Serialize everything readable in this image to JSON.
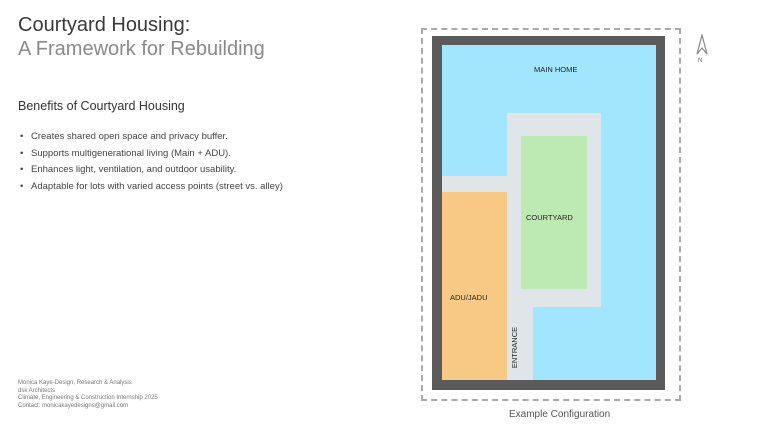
{
  "title_line1": "Courtyard Housing:",
  "title_line2": "A Framework for Rebuilding",
  "subtitle": "Benefits of Courtyard Housing",
  "bullets": [
    "Creates shared open space and privacy buffer.",
    "Supports multigenerational living (Main + ADU).",
    "Enhances light, ventilation, and outdoor usability.",
    "Adaptable for lots with varied access points (street vs. alley)"
  ],
  "credits": [
    "Monica Kaye-Design, Research & Analysis",
    "dsk Architects",
    "Climate, Engineering & Construction Internship 2025",
    "Contact: monicakayedesigns@gmail.com"
  ],
  "diagram": {
    "main_home": "MAIN HOME",
    "courtyard": "COURTYARD",
    "adu": "ADU/JADU",
    "entrance": "ENTRANCE",
    "north": "N",
    "caption": "Example Configuration",
    "colors": {
      "wall": "#5b5b5b",
      "main": "#a1e6fd",
      "path": "#dfe5e8",
      "courtyard": "#bdeab2",
      "adu": "#f7c985"
    }
  }
}
